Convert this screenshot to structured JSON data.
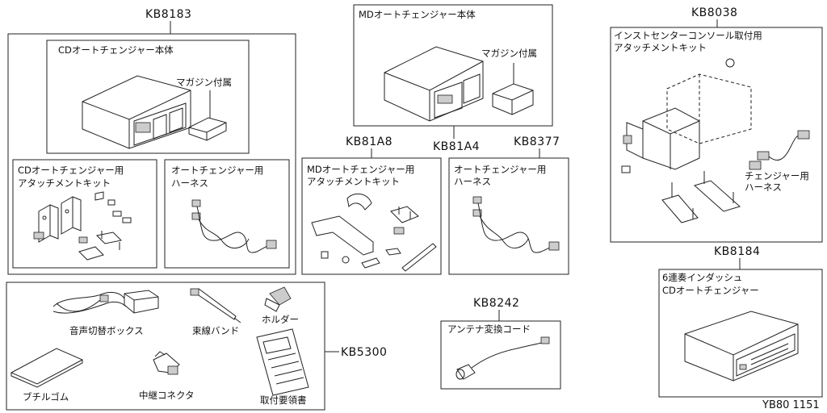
{
  "kits": {
    "kb8183": {
      "code": "KB8183",
      "unit_label": "CDオートチェンジャー本体",
      "magazine_label": "マガジン付属",
      "bracket_label_1": "CDオートチェンジャー用",
      "bracket_label_2": "アタッチメントキット",
      "harness_label_1": "オートチェンジャー用",
      "harness_label_2": "ハーネス"
    },
    "md_unit": {
      "unit_label": "MDオートチェンジャー本体",
      "magazine_label": "マガジン付属"
    },
    "kb81a8": {
      "code": "KB81A8",
      "label_1": "MDオートチェンジャー用",
      "label_2": "アタッチメントキット"
    },
    "kb81a4": {
      "code": "KB81A4"
    },
    "kb8377": {
      "code": "KB8377",
      "label_1": "オートチェンジャー用",
      "label_2": "ハーネス"
    },
    "kb8038": {
      "code": "KB8038",
      "label_1": "インストセンターコンソール取付用",
      "label_2": "アタッチメントキット",
      "harness_label_1": "チェンジャー用",
      "harness_label_2": "ハーネス"
    },
    "kb8184": {
      "code": "KB8184",
      "label_1": "6連奏インダッシュ",
      "label_2": "CDオートチェンジャー"
    },
    "kb5300": {
      "code": "KB5300",
      "switch_box": "音声切替ボックス",
      "band": "束線バンド",
      "holder": "ホルダー",
      "rubber": "ブチルゴム",
      "connector": "中継コネクタ",
      "manual": "取付要領書"
    },
    "kb8242": {
      "code": "KB8242",
      "label": "アンテナ変換コード"
    }
  },
  "footer": {
    "ref": "YB80 1151"
  }
}
